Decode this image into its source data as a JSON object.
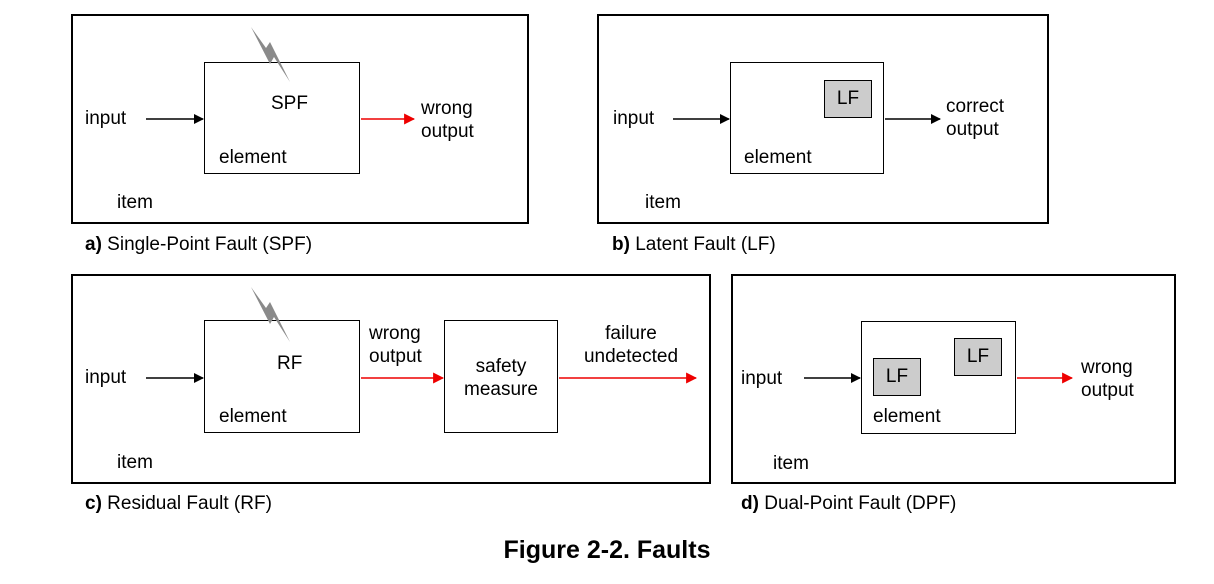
{
  "colors": {
    "normal_arrow": "#000000",
    "fault_arrow": "#ee0000",
    "bolt": "#8a8a8a",
    "lf_fill": "#cccccc"
  },
  "icons": {
    "fault_bolt": "lightning-bolt-icon"
  },
  "panels": {
    "a": {
      "input": "input",
      "element": "element",
      "item": "item",
      "fault": "SPF",
      "output": "wrong\noutput",
      "caption_letter": "a)",
      "caption_text": " Single-Point Fault (SPF)"
    },
    "b": {
      "input": "input",
      "element": "element",
      "item": "item",
      "fault": "LF",
      "output": "correct\noutput",
      "caption_letter": "b)",
      "caption_text": " Latent Fault (LF)"
    },
    "c": {
      "input": "input",
      "element": "element",
      "item": "item",
      "fault": "RF",
      "mid_output": "wrong\noutput",
      "safety": "safety\nmeasure",
      "output": "failure\nundetected",
      "caption_letter": "c)",
      "caption_text": " Residual Fault (RF)"
    },
    "d": {
      "input": "input",
      "element": "element",
      "item": "item",
      "fault1": "LF",
      "fault2": "LF",
      "output": "wrong\noutput",
      "caption_letter": "d)",
      "caption_text": " Dual-Point Fault (DPF)"
    }
  },
  "figure_title": "Figure 2-2. Faults"
}
